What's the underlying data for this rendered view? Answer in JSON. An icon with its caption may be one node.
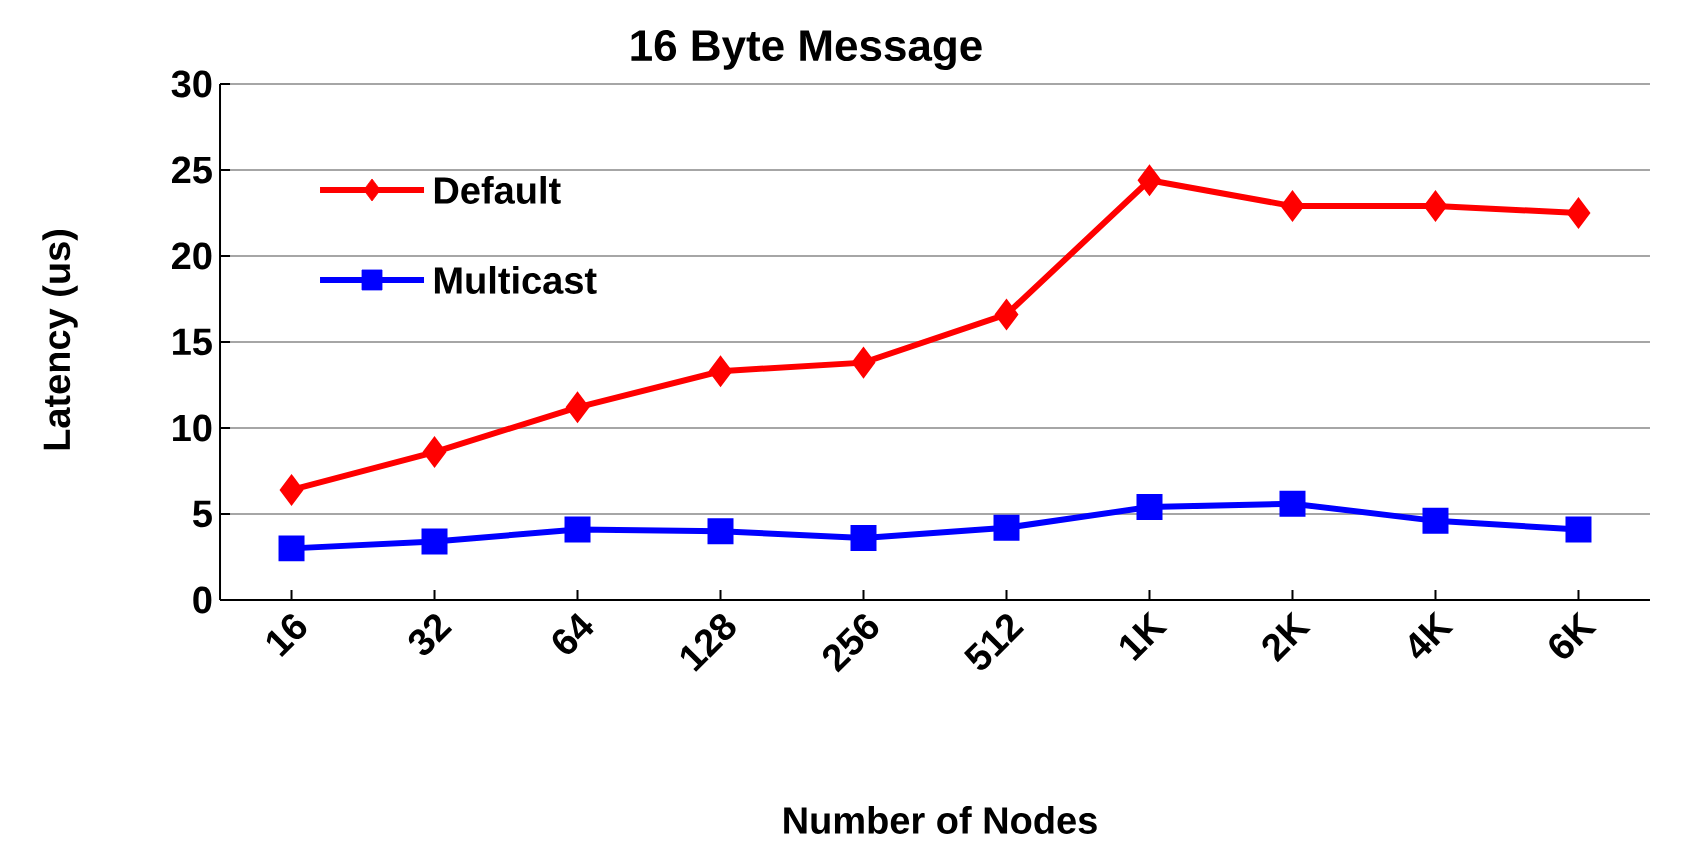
{
  "diagram": {
    "chart_data": {
      "type": "line",
      "title": "16 Byte Message",
      "xlabel": "Number of Nodes",
      "ylabel": "Latency (us)",
      "categories": [
        "16",
        "32",
        "64",
        "128",
        "256",
        "512",
        "1K",
        "2K",
        "4K",
        "6K"
      ],
      "series": [
        {
          "name": "Default",
          "color": "#ff0000",
          "marker": "diamond",
          "values": [
            6.4,
            8.6,
            11.2,
            13.3,
            13.8,
            16.6,
            24.4,
            22.9,
            22.9,
            22.5
          ]
        },
        {
          "name": "Multicast",
          "color": "#0000ff",
          "marker": "square",
          "values": [
            3.0,
            3.4,
            4.1,
            4.0,
            3.6,
            4.2,
            5.4,
            5.6,
            4.6,
            4.1
          ]
        }
      ],
      "ylim": [
        0,
        30
      ],
      "yticks": [
        0,
        5,
        10,
        15,
        20,
        25,
        30
      ],
      "grid": "y",
      "legend": true
    }
  }
}
